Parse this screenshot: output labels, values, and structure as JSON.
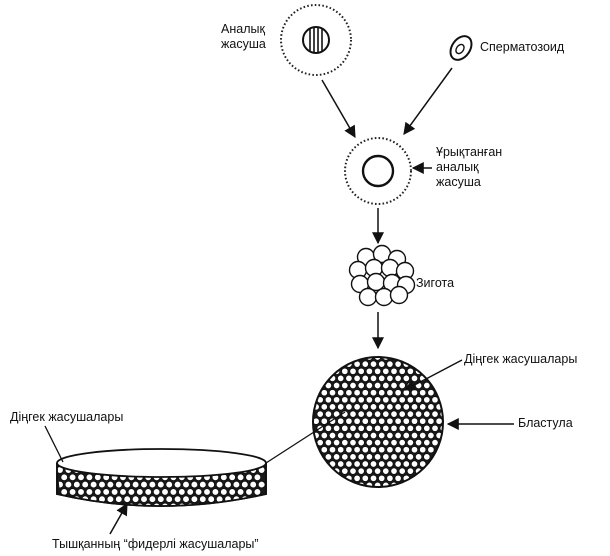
{
  "labels": {
    "egg_cell": [
      "Аналық",
      "жасуша"
    ],
    "sperm": "Сперматозоид",
    "fertilized_egg": [
      "Ұрықтанған",
      "аналық",
      "жасуша"
    ],
    "zygote": "Зигота",
    "stem_cells_blastula": "Діңгек жасушалары",
    "blastula": "Бластула",
    "stem_cells_dish": "Діңгек жасушалары",
    "feeder_cells": "Тышқанның “фидерлі жасушалары”"
  }
}
